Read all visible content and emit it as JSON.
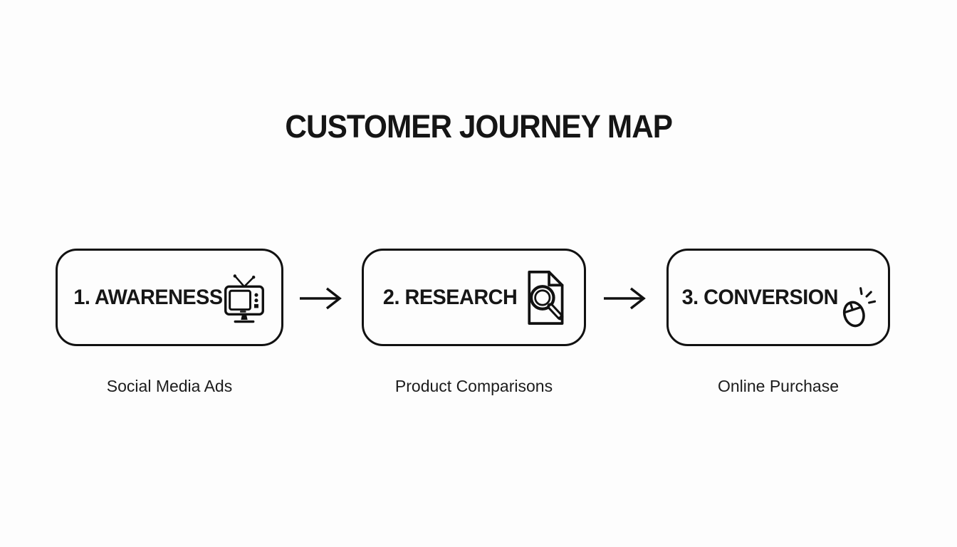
{
  "title": "CUSTOMER JOURNEY MAP",
  "colors": {
    "background": "#fdfdfd",
    "line": "#111111"
  },
  "steps": [
    {
      "label": "1. AWARENESS",
      "icon": "tv-icon",
      "caption": "Social Media Ads"
    },
    {
      "label": "2. RESEARCH",
      "icon": "document-search-icon",
      "caption": "Product Comparisons"
    },
    {
      "label": "3. CONVERSION",
      "icon": "mouse-click-icon",
      "caption": "Online Purchase"
    }
  ]
}
